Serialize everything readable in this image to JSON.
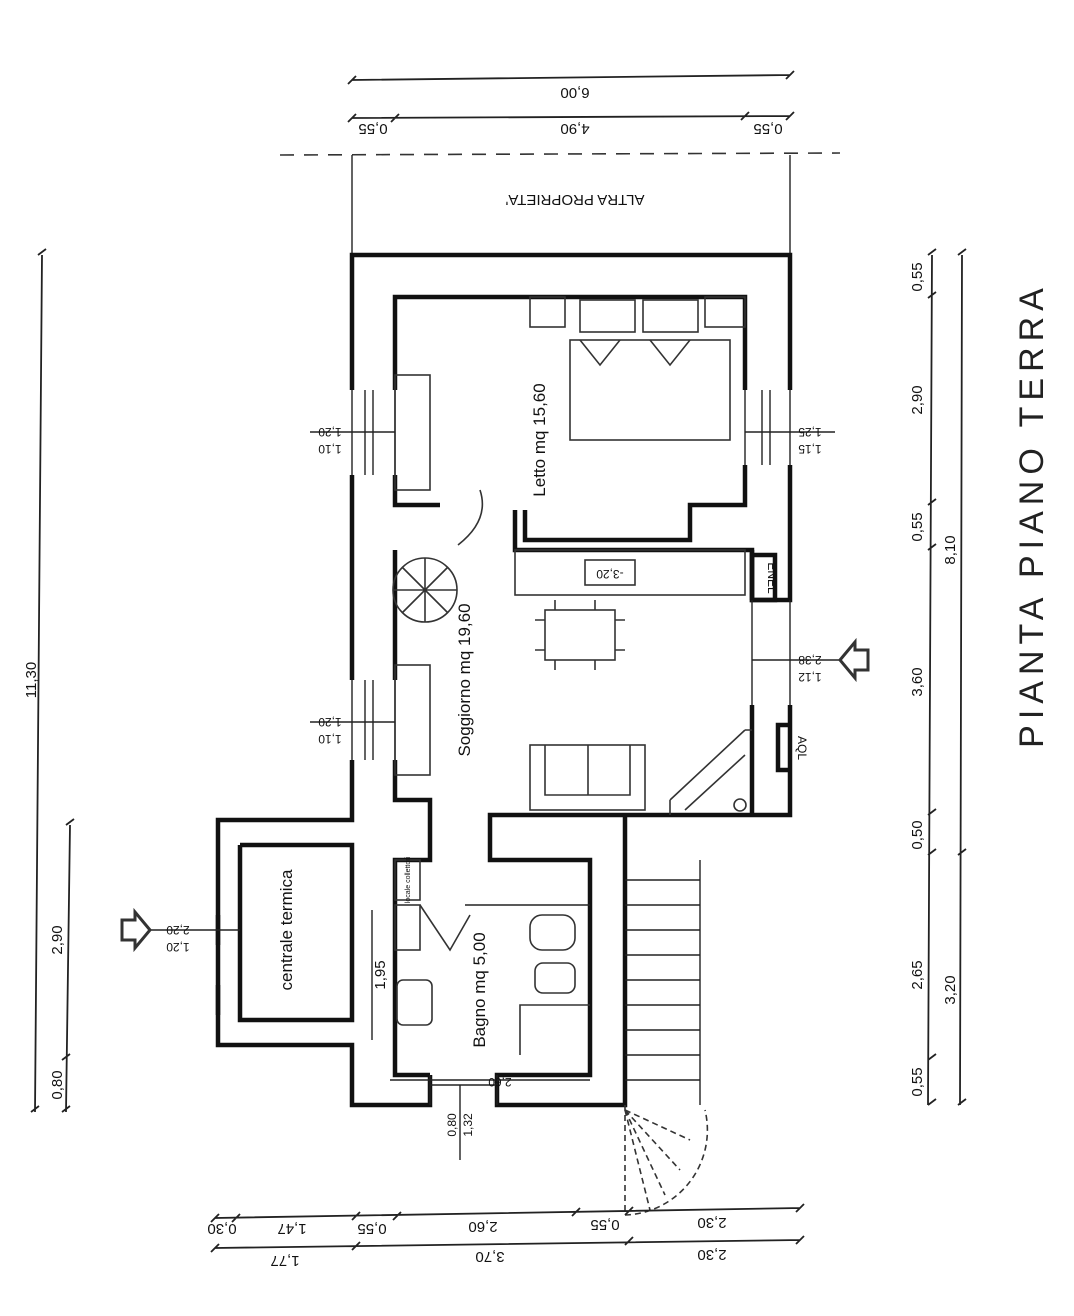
{
  "title": "PIANTA PIANO TERRA",
  "neighbour_label": "ALTRA PROPRIETA'",
  "rooms": {
    "bedroom": "Letto mq 15,60",
    "living": "Soggiorno mq 19,60",
    "bathroom": "Bagno mq 5,00",
    "boiler": "centrale termica",
    "manifold": "locale collettori"
  },
  "fixtures": {
    "enel": "ENEL",
    "aql": "AQL",
    "level": "-3,20"
  },
  "dimensions": {
    "top_total": "6,00",
    "top_parts": [
      "0,55",
      "4,90",
      "0,55"
    ],
    "right_parts": [
      "0,55",
      "2,90",
      "0,55",
      "3,60",
      "0,50",
      "2,65",
      "0,55"
    ],
    "right_totals": [
      "8,10",
      "3,20"
    ],
    "left_total": "11,30",
    "left_parts": [
      "2,90",
      "0,80"
    ],
    "bottom_parts": [
      "0,30",
      "1,47",
      "0,55",
      "2,60",
      "0,55",
      "2,30"
    ],
    "bottom_totals": [
      "1,77",
      "3,70",
      "2,30"
    ]
  },
  "openings": {
    "living_left_window": [
      "1,10",
      "1,20"
    ],
    "bed_left_window": [
      "1,10",
      "1,20"
    ],
    "bed_right_window": [
      "1,15",
      "1,25"
    ],
    "entrance_door": [
      "1,12",
      "2,38"
    ],
    "boiler_door": [
      "1,20",
      "2,20"
    ],
    "bath_width": "1,95",
    "bath_window": "2,60",
    "bath_window_height": [
      "0,80",
      "1,32"
    ]
  }
}
